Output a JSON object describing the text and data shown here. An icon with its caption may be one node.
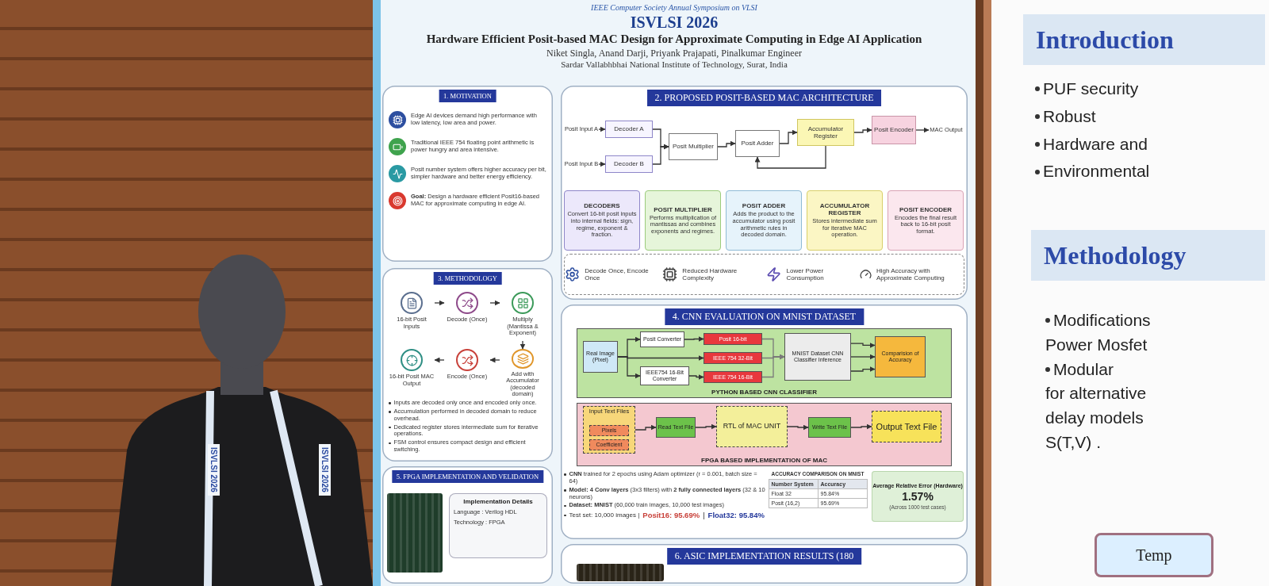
{
  "diagram": {
    "title": "Hardware Efficient Posit-based MAC Design for Approximate Computing in Edge AI Application",
    "nodes": [
      {
        "text": [
          "1. MOTIVATION"
        ]
      },
      {
        "text": [
          "2. PROPOSED POSIT-BASED MAC ARCHITECTURE"
        ]
      },
      {
        "text": [
          "Posit Input A"
        ],
        "in": 1
      },
      {
        "text": [
          "Posit Input B"
        ],
        "in": 1
      },
      {
        "text": [
          "Decoder A"
        ],
        "in": 1
      },
      {
        "text": [
          "Decoder B"
        ],
        "in": 1
      },
      {
        "text": [
          "Posit Multiplier"
        ],
        "in": 1
      },
      {
        "text": [
          "Posit Adder"
        ],
        "in": 1
      },
      {
        "text": [
          "Accumulator Register"
        ],
        "in": 1
      },
      {
        "text": [
          "Posit Encoder"
        ],
        "in": 1
      },
      {
        "text": [
          "MAC Output"
        ],
        "in": 1
      },
      {
        "text": [
          "DECODERS",
          "Convert 16-bit posit inputs into internal fields: sign, regime, exponent & fraction."
        ],
        "in": 1
      },
      {
        "text": [
          "POSIT MULTIPLIER",
          "Performs multiplication of mantissas and combines exponents and regimes."
        ],
        "in": 1
      },
      {
        "text": [
          "POSIT ADDER",
          "Adds the product to the accumulator using posit arithmetic rules in decoded domain."
        ],
        "in": 1
      },
      {
        "text": [
          "ACCUMULATOR REGISTER",
          "Stores intermediate sum for iterative MAC operation."
        ],
        "in": 1
      },
      {
        "text": [
          "POSIT ENCODER",
          "Encodes the final result back to 16-bit posit format."
        ],
        "in": 1
      },
      {
        "text": [
          "3. METHODOLOGY"
        ]
      },
      {
        "text": [
          "16-bit Posit Inputs"
        ],
        "in": 16
      },
      {
        "text": [
          "Decode (Once)"
        ],
        "in": 16
      },
      {
        "text": [
          "Multiply (Mantissa & Exponent)"
        ],
        "in": 16
      },
      {
        "text": [
          "Add with Accumulator (decoded domain)"
        ],
        "in": 16
      },
      {
        "text": [
          "Encode (Once)"
        ],
        "in": 16
      },
      {
        "text": [
          "16-bit Posit MAC Output"
        ],
        "in": 16
      },
      {
        "text": [
          "4. CNN EVALUATION ON MNIST DATASET"
        ]
      },
      {
        "text": [
          "PYTHON BASED CNN CLASSIFIER"
        ],
        "in": 23
      },
      {
        "text": [
          "Real Image (Pixel)"
        ],
        "in": 24
      },
      {
        "text": [
          "Posit Converter"
        ],
        "in": 24
      },
      {
        "text": [
          "IEEE754 16-Bit Converter"
        ],
        "in": 24
      },
      {
        "text": [
          "Posit 16-bit"
        ],
        "in": 24
      },
      {
        "text": [
          "IEEE 754 32-Bit"
        ],
        "in": 24
      },
      {
        "text": [
          "IEEE 754 16-Bit"
        ],
        "in": 24
      },
      {
        "text": [
          "MNIST Dataset CNN Classifier Inference"
        ],
        "in": 24
      },
      {
        "text": [
          "Comparision of Accuracy"
        ],
        "in": 24
      },
      {
        "text": [
          "FPGA BASED IMPLEMENTATION OF MAC"
        ],
        "in": 23
      },
      {
        "text": [
          "Input Text Files"
        ],
        "in": 33
      },
      {
        "text": [
          "Pixels"
        ],
        "in": 34
      },
      {
        "text": [
          "Coefficient"
        ],
        "in": 34
      },
      {
        "text": [
          "Read Text File"
        ],
        "in": 33
      },
      {
        "text": [
          "RTL of MAC UNIT"
        ],
        "in": 33
      },
      {
        "text": [
          "Write Text File"
        ],
        "in": 33
      },
      {
        "text": [
          "Output Text File"
        ],
        "in": 33
      },
      {
        "text": [
          "5. FPGA IMPLEMENTATION AND VELIDATION"
        ]
      },
      {
        "text": [
          "Implementation Details",
          "Language : Verilog HDL",
          "Technology : FPGA"
        ],
        "in": 41
      },
      {
        "text": [
          "6. ASIC IMPLEMENTATION RESULTS (180"
        ]
      },
      {
        "text": [
          "Average Relative Error (Hardware)",
          "1.57%",
          "(Across 1000 test cases)"
        ],
        "in": 23
      },
      {
        "text": [
          "Introduction"
        ]
      },
      {
        "text": [
          "Methodology"
        ]
      },
      {
        "text": [
          "Temp"
        ]
      }
    ],
    "edges": [
      {
        "from": 2,
        "to": 4,
        "arrow": "to"
      },
      {
        "from": 3,
        "to": 5,
        "arrow": "to"
      },
      {
        "from": 4,
        "to": 6,
        "arrow": "to"
      },
      {
        "from": 5,
        "to": 6,
        "arrow": "to"
      },
      {
        "from": 6,
        "to": 7,
        "arrow": "to"
      },
      {
        "from": 7,
        "to": 8,
        "arrow": "to"
      },
      {
        "from": 8,
        "to": 9,
        "arrow": "to"
      },
      {
        "from": 8,
        "to": 7,
        "arrow": "to"
      },
      {
        "from": 9,
        "to": 10,
        "arrow": "to"
      },
      {
        "from": 17,
        "to": 18,
        "arrow": "to"
      },
      {
        "from": 18,
        "to": 19,
        "arrow": "to"
      },
      {
        "from": 19,
        "to": 20,
        "arrow": "to"
      },
      {
        "from": 20,
        "to": 21,
        "arrow": "to"
      },
      {
        "from": 21,
        "to": 22,
        "arrow": "to"
      },
      {
        "from": 25,
        "to": 26,
        "arrow": "to"
      },
      {
        "from": 25,
        "to": 29,
        "arrow": "to"
      },
      {
        "from": 25,
        "to": 27,
        "arrow": "to"
      },
      {
        "from": 26,
        "to": 28,
        "arrow": "to"
      },
      {
        "from": 27,
        "to": 30,
        "arrow": "to"
      },
      {
        "from": 28,
        "to": 31,
        "arrow": "to",
        "color": "#7a7a7a"
      },
      {
        "from": 29,
        "to": 31,
        "arrow": "to",
        "color": "#7a7a7a"
      },
      {
        "from": 30,
        "to": 31,
        "arrow": "to",
        "color": "#7a7a7a"
      },
      {
        "from": 31,
        "to": 32,
        "arrow": "to"
      },
      {
        "from": 31,
        "to": 32,
        "arrow": "to"
      },
      {
        "from": 31,
        "to": 32,
        "arrow": "to"
      },
      {
        "from": 34,
        "to": 37,
        "arrow": "to"
      },
      {
        "from": 37,
        "to": 38,
        "arrow": "to"
      },
      {
        "from": 38,
        "to": 39,
        "arrow": "to"
      },
      {
        "from": 39,
        "to": 40,
        "arrow": "to"
      }
    ],
    "labels": [
      "IEEE Computer Society Annual Symposium on VLSI",
      "ISVLSI 2026",
      "Niket Singla, Anand Darji, Priyank Prajapati, Pinalkumar Engineer",
      "Sardar Vallabhbhai National Institute of Technology, Surat, India",
      "Edge AI devices demand high performance with low latency, low area and power.",
      "Traditional IEEE 754 floating point arithmetic is power hungry and area intensive.",
      "Posit number system offers higher accuracy per bit, simpler hardware and better energy efficiency.",
      "**Goal:** Design a hardware efficient Posit16-based MAC for approximate computing in edge AI.",
      "Inputs are decoded only once and encoded only once.",
      "Accumulation performed in decoded domain to reduce overhead.",
      "Dedicated register stores intermediate sum for iterative operations.",
      "FSM control ensures compact design and efficient switching.",
      "Decode Once, Encode Once",
      "Reduced Hardware Complexity",
      "Lower Power Consumption",
      "High Accuracy with Approximate Computing",
      "**CNN** trained for 2 epochs using Adam optimizer (r = 0.001, batch size = 64)",
      "**Model: 4 Conv layers** (3x3 filters) with **2 fully connected layers** (32 & 10 neurons)",
      "**Dataset: MNIST** (60,000 train images, 10,000 test images)",
      "Test set: 10,000 images |",
      "Posit16: 95.69%",
      "|",
      "Float32: 95.84%",
      "ACCURACY COMPARISON ON MNIST",
      "Number System",
      "Accuracy",
      "Float 32",
      "95.84%",
      "Posit (16,2)",
      "95.69%",
      "ISVLSI 2026",
      "ISVLSI 2026",
      "PUF security",
      "Robust",
      "Hardware and",
      "Environmental",
      "Modifications",
      "Power Mosfet",
      "Modular",
      "for alternative",
      "delay models",
      "S(T,V) ."
    ]
  }
}
